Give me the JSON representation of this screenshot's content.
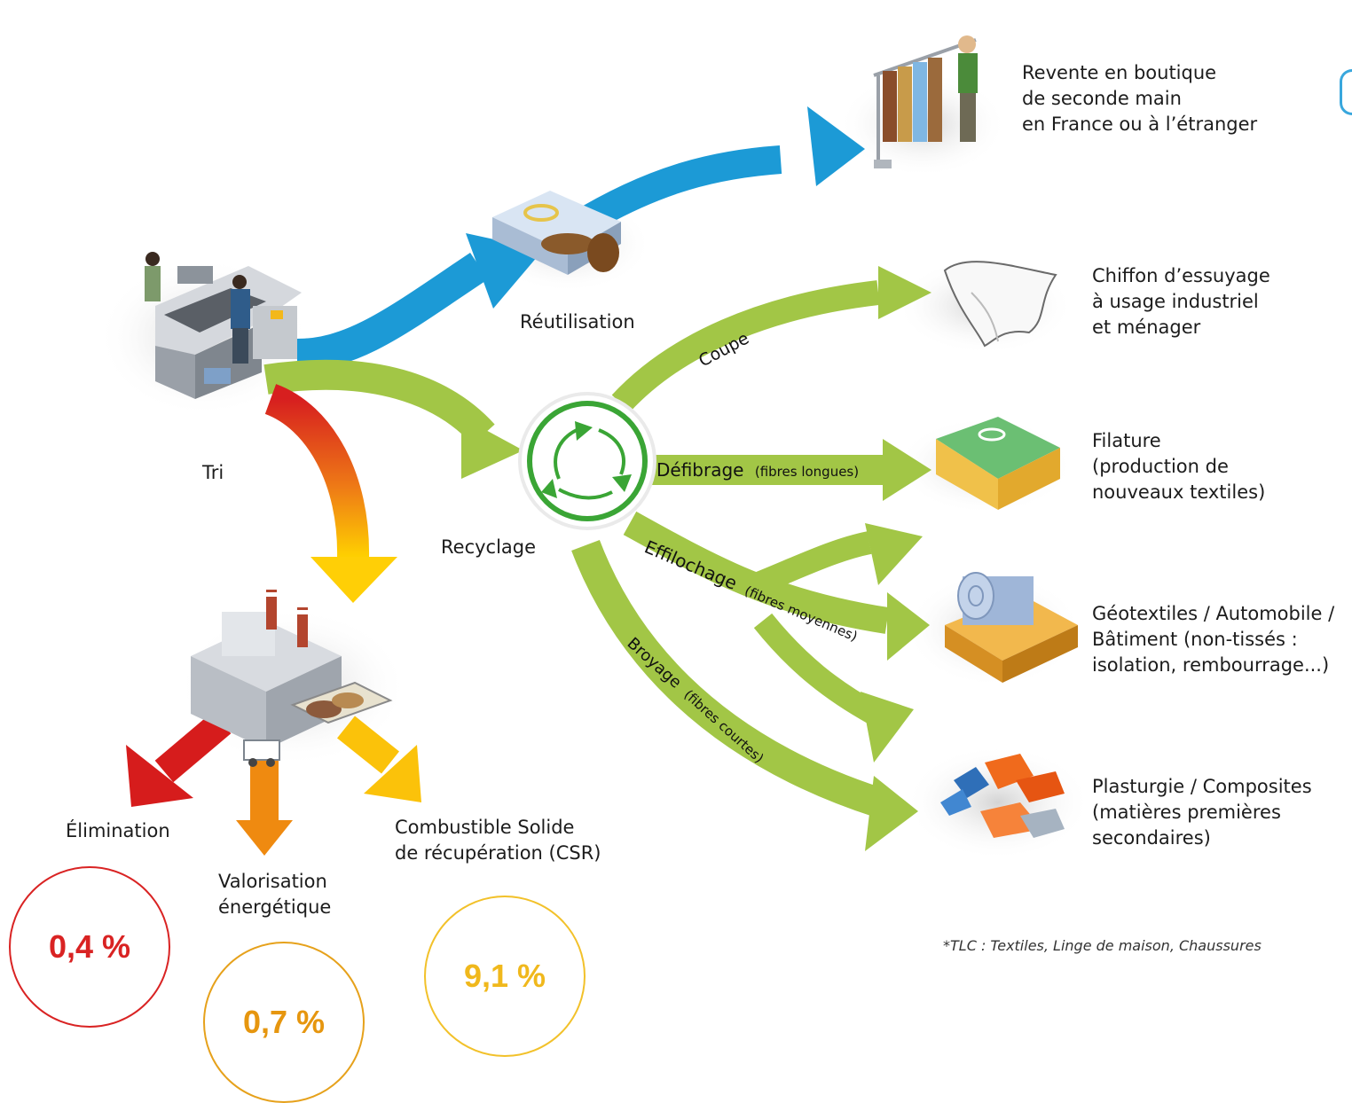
{
  "nodes": {
    "tri": "Tri",
    "reutilisation": "Réutilisation",
    "recyclage": "Recyclage",
    "revente": [
      "Revente en boutique",
      "de seconde main",
      "en France ou à l’étranger"
    ],
    "chiffon": [
      "Chiffon d’essuyage",
      "à usage industriel",
      "et ménager"
    ],
    "filature": [
      "Filature",
      "(production de",
      "nouveaux textiles)"
    ],
    "geotextiles": [
      "Géotextiles / Automobile /",
      "Bâtiment (non-tissés :",
      "isolation, rembourrage...)"
    ],
    "plasturgie": [
      "Plasturgie / Composites",
      "(matières premières",
      "secondaires)"
    ],
    "elimination": "Élimination",
    "valorisation": [
      "Valorisation",
      "énergétique"
    ],
    "csr": [
      "Combustible Solide",
      "de récupération (CSR)"
    ]
  },
  "processes": {
    "coupe": "Coupe",
    "defibrage": "Défibrage",
    "defibrage_note": "(fibres longues)",
    "effilochage": "Effilochage",
    "effilochage_note": "(fibres moyennes)",
    "broyage": "Broyage",
    "broyage_note": "(fibres courtes)"
  },
  "percentages": {
    "elimination": "0,4 %",
    "valorisation": "0,7 %",
    "csr": "9,1 %"
  },
  "footnote": "*TLC : Textiles, Linge de maison, Chaussures",
  "colors": {
    "reuse_arrow": "#1c9ad6",
    "recycle_arrow": "#a2c646",
    "recycle_symbol": "#3aa535",
    "elimination": "#d92323",
    "valorisation": "#e6960f",
    "csr": "#f0b81c"
  },
  "icons": {
    "tri": "sorting-station-icon",
    "reutilisation": "folded-clothes-shoes-icon",
    "recyclage": "recycle-icon",
    "revente": "clothing-rack-shop-icon",
    "chiffon": "cloth-rag-icon",
    "filature": "folded-textile-icon",
    "geotextiles": "nonwoven-roll-icon",
    "plasturgie": "plastic-composite-pieces-icon",
    "factory": "energy-recovery-plant-icon"
  }
}
